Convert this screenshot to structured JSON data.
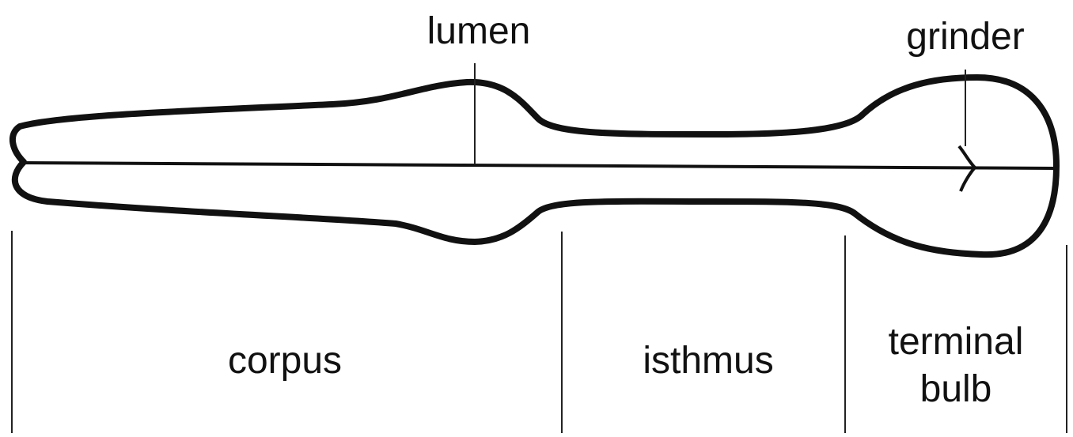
{
  "diagram": {
    "labels": {
      "lumen": "lumen",
      "grinder": "grinder",
      "corpus": "corpus",
      "isthmus": "isthmus",
      "terminal_line1": "terminal",
      "terminal_line2": "bulb"
    }
  }
}
